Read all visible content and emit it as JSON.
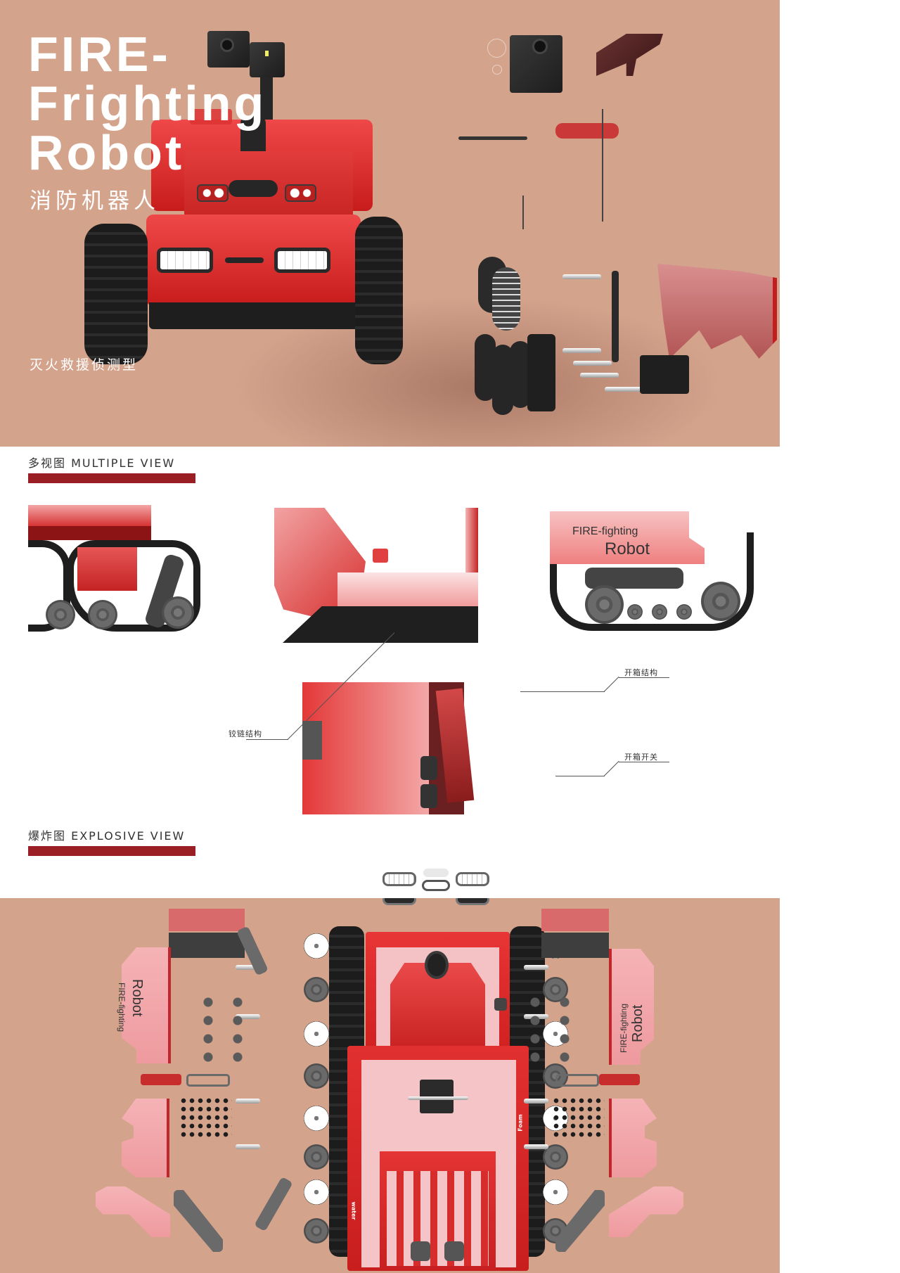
{
  "hero": {
    "title_lines": [
      "FIRE-",
      "Frighting",
      "Robot"
    ],
    "subtitle_cn": "消防机器人",
    "tagline_cn": "灭火救援侦测型"
  },
  "sections": {
    "multiple_view": {
      "title": "多视图 MULTIPLE VIEW",
      "side_panel_text": {
        "line1": "FIRE-fighting",
        "line2": "Robot"
      },
      "callouts": [
        {
          "label": "铰链结构"
        },
        {
          "label": "开箱结构"
        },
        {
          "label": "开箱开关"
        }
      ]
    },
    "explosive_view": {
      "title": "爆炸图 EXPLOSIVE VIEW",
      "left_plate_text": {
        "line1": "FIRE-fighting",
        "line2": "Robot"
      },
      "right_plate_text": {
        "line1": "FIRE-fighting",
        "line2": "Robot"
      },
      "body_labels": {
        "left": "water",
        "right": "Foam"
      }
    }
  },
  "colors": {
    "background_tan": "#d4a38c",
    "accent_red": "#9a1f24",
    "robot_red": "#d62828",
    "plate_pink": "#f1a5a9",
    "text_white": "#ffffff",
    "text_dark": "#333333"
  }
}
